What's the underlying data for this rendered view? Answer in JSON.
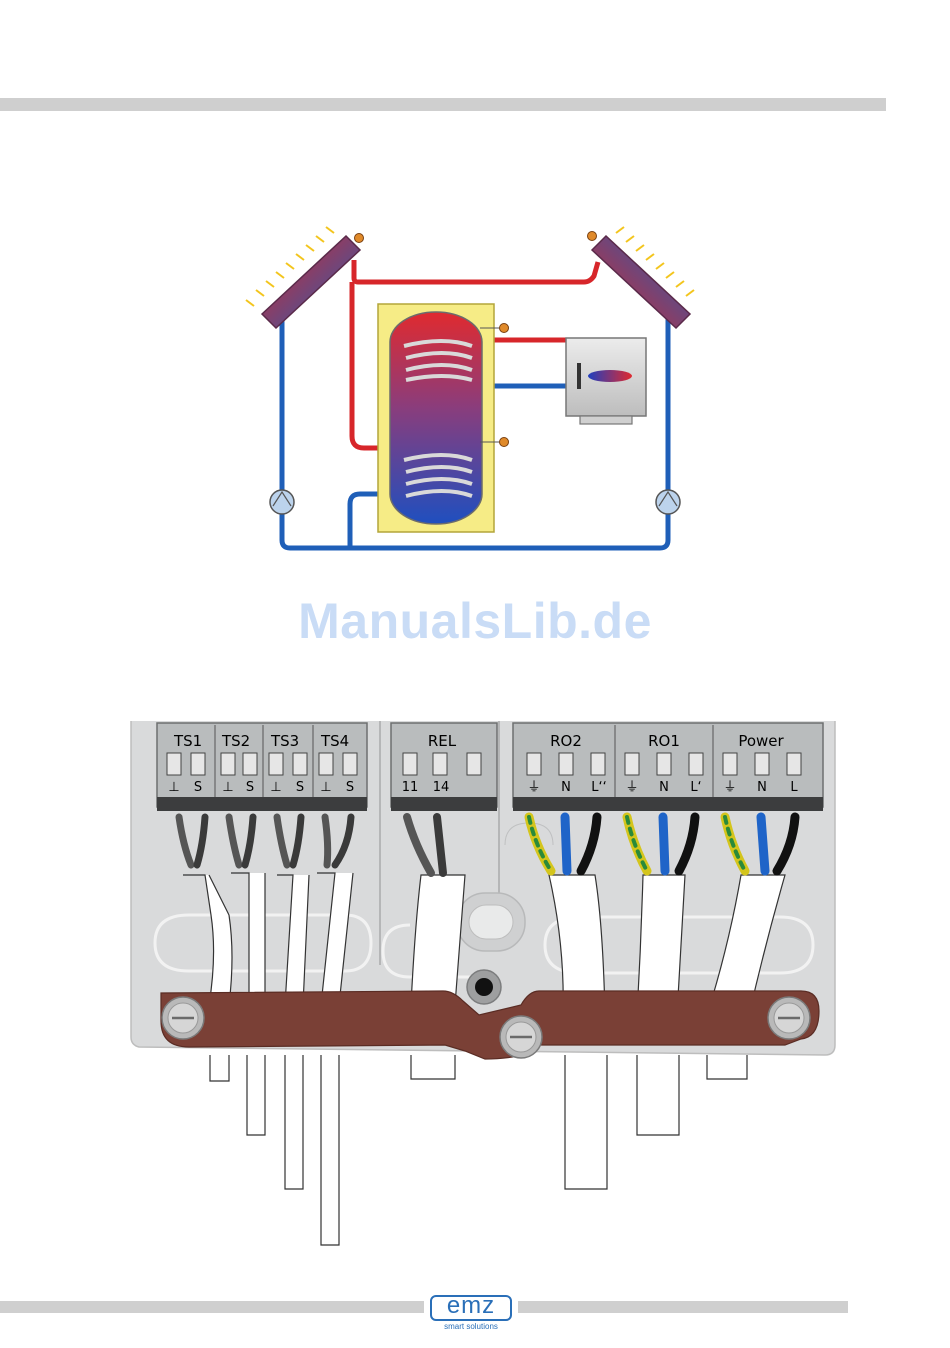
{
  "watermark": "ManualsLib.de",
  "logo": {
    "word": "emz",
    "tagline": "smart solutions"
  },
  "terminals": {
    "sensor_groups": [
      "TS1",
      "TS2",
      "TS3",
      "TS4"
    ],
    "sensor_pins": [
      "⊥",
      "S"
    ],
    "relay_group": "REL",
    "relay_pins": [
      "11",
      "14"
    ],
    "mains_groups": [
      "RO2",
      "RO1",
      "Power"
    ],
    "mains_pins": [
      [
        "⏚",
        "N",
        "L‘‘"
      ],
      [
        "⏚",
        "N",
        "L‘"
      ],
      [
        "⏚",
        "N",
        "L"
      ]
    ]
  },
  "colors": {
    "hot_pipe": "#d7262a",
    "cold_pipe": "#1f5fb8",
    "tank_frame": "#f6ec86",
    "strain_relief": "#7a4036",
    "terminal_block": "#b9bcbd",
    "housing": "#d9dadb",
    "logo": "#2a6fb8"
  }
}
